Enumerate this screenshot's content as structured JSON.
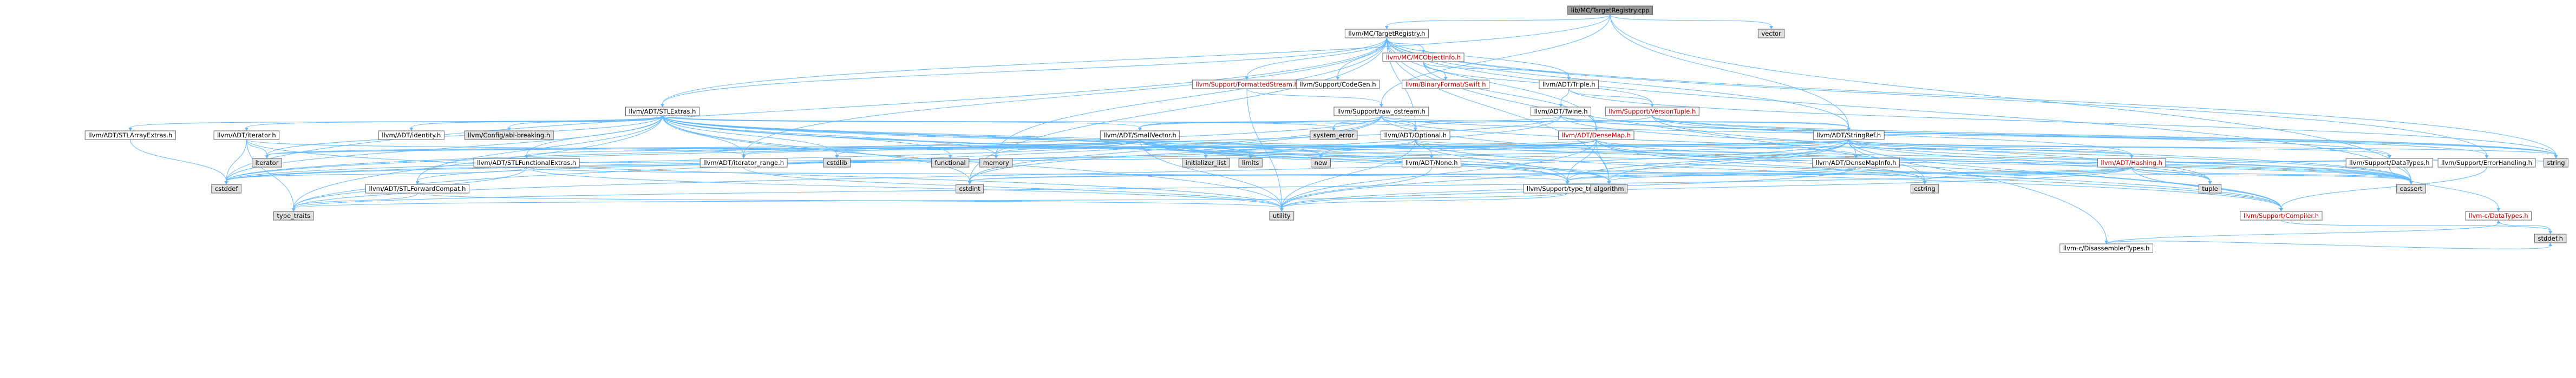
{
  "graph": {
    "title": "include dependency graph",
    "colors": {
      "edge": "#63b8ff",
      "node_fill": "#ffffff",
      "node_stroke": "#666666",
      "root_fill": "#999999",
      "system_fill": "#e0e0e0",
      "truncated_text": "#c00000"
    },
    "nodes": [
      {
        "id": "n0",
        "label": "lib/MC/TargetRegistry.cpp",
        "style": "root"
      },
      {
        "id": "n1",
        "label": "vector",
        "style": "system"
      },
      {
        "id": "n2",
        "label": "llvm/MC/TargetRegistry.h",
        "style": "normal"
      },
      {
        "id": "n3",
        "label": "llvm/MC/MCObjectInfo.h",
        "style": "red"
      },
      {
        "id": "n4",
        "label": "llvm/Support/FormattedStream.h",
        "style": "red"
      },
      {
        "id": "n5",
        "label": "llvm/Support/CodeGen.h",
        "style": "normal"
      },
      {
        "id": "n6",
        "label": "llvm/BinaryFormat/Swift.h",
        "style": "red"
      },
      {
        "id": "n7",
        "label": "llvm/ADT/Triple.h",
        "style": "normal"
      },
      {
        "id": "n8",
        "label": "llvm/ADT/STLExtras.h",
        "style": "normal"
      },
      {
        "id": "n9",
        "label": "llvm/Support/raw_ostream.h",
        "style": "normal"
      },
      {
        "id": "n10",
        "label": "llvm/ADT/Twine.h",
        "style": "normal"
      },
      {
        "id": "n11",
        "label": "llvm/Support/VersionTuple.h",
        "style": "red"
      },
      {
        "id": "n12",
        "label": "llvm/ADT/STLArrayExtras.h",
        "style": "normal"
      },
      {
        "id": "n13",
        "label": "llvm/ADT/iterator.h",
        "style": "normal"
      },
      {
        "id": "n14",
        "label": "llvm/ADT/identity.h",
        "style": "normal"
      },
      {
        "id": "n15",
        "label": "llvm/Config/abi-breaking.h",
        "style": "system"
      },
      {
        "id": "n16",
        "label": "system_error",
        "style": "system"
      },
      {
        "id": "n17",
        "label": "llvm/ADT/SmallVector.h",
        "style": "normal"
      },
      {
        "id": "n18",
        "label": "llvm/ADT/Optional.h",
        "style": "normal"
      },
      {
        "id": "n19",
        "label": "llvm/ADT/DenseMap.h",
        "style": "red"
      },
      {
        "id": "n20",
        "label": "llvm/ADT/StringRef.h",
        "style": "normal"
      },
      {
        "id": "n21",
        "label": "llvm-c/DisassemblerTypes.h",
        "style": "normal"
      },
      {
        "id": "n22",
        "label": "iterator",
        "style": "system"
      },
      {
        "id": "n23",
        "label": "cstdlib",
        "style": "system"
      },
      {
        "id": "n24",
        "label": "functional",
        "style": "system"
      },
      {
        "id": "n25",
        "label": "memory",
        "style": "system"
      },
      {
        "id": "n26",
        "label": "initializer_list",
        "style": "system"
      },
      {
        "id": "n27",
        "label": "limits",
        "style": "system"
      },
      {
        "id": "n28",
        "label": "new",
        "style": "system"
      },
      {
        "id": "n29",
        "label": "llvm/ADT/STLFunctionalExtras.h",
        "style": "normal"
      },
      {
        "id": "n30",
        "label": "llvm/ADT/iterator_range.h",
        "style": "normal"
      },
      {
        "id": "n31",
        "label": "llvm/ADT/None.h",
        "style": "normal"
      },
      {
        "id": "n32",
        "label": "llvm/ADT/DenseMapInfo.h",
        "style": "normal"
      },
      {
        "id": "n33",
        "label": "llvm/ADT/Hashing.h",
        "style": "red"
      },
      {
        "id": "n34",
        "label": "llvm/Support/DataTypes.h",
        "style": "normal"
      },
      {
        "id": "n35",
        "label": "llvm/Support/ErrorHandling.h",
        "style": "normal"
      },
      {
        "id": "n36",
        "label": "string",
        "style": "system"
      },
      {
        "id": "n37",
        "label": "cstddef",
        "style": "system"
      },
      {
        "id": "n38",
        "label": "llvm/ADT/STLForwardCompat.h",
        "style": "normal"
      },
      {
        "id": "n39",
        "label": "cstdint",
        "style": "system"
      },
      {
        "id": "n40",
        "label": "llvm/Support/type_traits.h",
        "style": "normal"
      },
      {
        "id": "n41",
        "label": "algorithm",
        "style": "system"
      },
      {
        "id": "n42",
        "label": "cstring",
        "style": "system"
      },
      {
        "id": "n43",
        "label": "tuple",
        "style": "system"
      },
      {
        "id": "n44",
        "label": "cassert",
        "style": "system"
      },
      {
        "id": "n45",
        "label": "llvm-c/DataTypes.h",
        "style": "red"
      },
      {
        "id": "n46",
        "label": "type_traits",
        "style": "system"
      },
      {
        "id": "n47",
        "label": "utility",
        "style": "system"
      },
      {
        "id": "n48",
        "label": "llvm/Support/Compiler.h",
        "style": "red"
      },
      {
        "id": "n49",
        "label": "stddef.h",
        "style": "system"
      }
    ],
    "edges": [
      [
        "n0",
        "n1"
      ],
      [
        "n0",
        "n2"
      ],
      [
        "n0",
        "n8"
      ],
      [
        "n0",
        "n9"
      ],
      [
        "n0",
        "n20"
      ],
      [
        "n0",
        "n44"
      ],
      [
        "n2",
        "n3"
      ],
      [
        "n2",
        "n4"
      ],
      [
        "n2",
        "n5"
      ],
      [
        "n2",
        "n7"
      ],
      [
        "n2",
        "n8"
      ],
      [
        "n2",
        "n18"
      ],
      [
        "n2",
        "n19"
      ],
      [
        "n2",
        "n20"
      ],
      [
        "n2",
        "n21"
      ],
      [
        "n2",
        "n30"
      ],
      [
        "n2",
        "n35"
      ],
      [
        "n2",
        "n41"
      ],
      [
        "n2",
        "n44"
      ],
      [
        "n2",
        "n25"
      ],
      [
        "n2",
        "n36"
      ],
      [
        "n2",
        "n37"
      ],
      [
        "n2",
        "n39"
      ],
      [
        "n3",
        "n6"
      ],
      [
        "n3",
        "n7"
      ],
      [
        "n3",
        "n11"
      ],
      [
        "n3",
        "n19"
      ],
      [
        "n4",
        "n9"
      ],
      [
        "n4",
        "n47"
      ],
      [
        "n7",
        "n10"
      ],
      [
        "n7",
        "n11"
      ],
      [
        "n7",
        "n36"
      ],
      [
        "n8",
        "n12"
      ],
      [
        "n8",
        "n13"
      ],
      [
        "n8",
        "n14"
      ],
      [
        "n8",
        "n15"
      ],
      [
        "n8",
        "n16"
      ],
      [
        "n8",
        "n17"
      ],
      [
        "n8",
        "n18"
      ],
      [
        "n8",
        "n22"
      ],
      [
        "n8",
        "n23"
      ],
      [
        "n8",
        "n24"
      ],
      [
        "n8",
        "n25"
      ],
      [
        "n8",
        "n26"
      ],
      [
        "n8",
        "n27"
      ],
      [
        "n8",
        "n28"
      ],
      [
        "n8",
        "n29"
      ],
      [
        "n8",
        "n30"
      ],
      [
        "n8",
        "n38"
      ],
      [
        "n8",
        "n40"
      ],
      [
        "n8",
        "n41"
      ],
      [
        "n8",
        "n43"
      ],
      [
        "n8",
        "n44"
      ],
      [
        "n8",
        "n46"
      ],
      [
        "n8",
        "n47"
      ],
      [
        "n8",
        "n37"
      ],
      [
        "n8",
        "n39"
      ],
      [
        "n9",
        "n16"
      ],
      [
        "n9",
        "n17"
      ],
      [
        "n9",
        "n20"
      ],
      [
        "n9",
        "n18"
      ],
      [
        "n9",
        "n44"
      ],
      [
        "n9",
        "n37"
      ],
      [
        "n9",
        "n39"
      ],
      [
        "n9",
        "n36"
      ],
      [
        "n9",
        "n46"
      ],
      [
        "n9",
        "n48"
      ],
      [
        "n10",
        "n17"
      ],
      [
        "n10",
        "n20"
      ],
      [
        "n10",
        "n35"
      ],
      [
        "n10",
        "n44"
      ],
      [
        "n10",
        "n36"
      ],
      [
        "n10",
        "n37"
      ],
      [
        "n10",
        "n39"
      ],
      [
        "n11",
        "n33"
      ],
      [
        "n11",
        "n43"
      ],
      [
        "n11",
        "n36"
      ],
      [
        "n11",
        "n18"
      ],
      [
        "n11",
        "n34"
      ],
      [
        "n12",
        "n37"
      ],
      [
        "n13",
        "n30"
      ],
      [
        "n13",
        "n22"
      ],
      [
        "n13",
        "n37"
      ],
      [
        "n13",
        "n46"
      ],
      [
        "n13",
        "n47"
      ],
      [
        "n17",
        "n30"
      ],
      [
        "n17",
        "n40"
      ],
      [
        "n17",
        "n41"
      ],
      [
        "n17",
        "n44"
      ],
      [
        "n17",
        "n37"
      ],
      [
        "n17",
        "n23"
      ],
      [
        "n17",
        "n42"
      ],
      [
        "n17",
        "n26"
      ],
      [
        "n17",
        "n22"
      ],
      [
        "n17",
        "n27"
      ],
      [
        "n17",
        "n25"
      ],
      [
        "n17",
        "n28"
      ],
      [
        "n17",
        "n47"
      ],
      [
        "n17",
        "n48"
      ],
      [
        "n18",
        "n31"
      ],
      [
        "n18",
        "n40"
      ],
      [
        "n18",
        "n33"
      ],
      [
        "n18",
        "n44"
      ],
      [
        "n18",
        "n28"
      ],
      [
        "n18",
        "n47"
      ],
      [
        "n18",
        "n48"
      ],
      [
        "n18",
        "n38"
      ],
      [
        "n19",
        "n32"
      ],
      [
        "n19",
        "n40"
      ],
      [
        "n19",
        "n41"
      ],
      [
        "n19",
        "n44"
      ],
      [
        "n19",
        "n37"
      ],
      [
        "n19",
        "n42"
      ],
      [
        "n19",
        "n22"
      ],
      [
        "n19",
        "n26"
      ],
      [
        "n19",
        "n28"
      ],
      [
        "n19",
        "n47"
      ],
      [
        "n19",
        "n48"
      ],
      [
        "n20",
        "n29"
      ],
      [
        "n20",
        "n30"
      ],
      [
        "n20",
        "n32"
      ],
      [
        "n20",
        "n33"
      ],
      [
        "n20",
        "n34"
      ],
      [
        "n20",
        "n41"
      ],
      [
        "n20",
        "n42"
      ],
      [
        "n20",
        "n36"
      ],
      [
        "n20",
        "n37"
      ],
      [
        "n20",
        "n22"
      ],
      [
        "n20",
        "n27"
      ],
      [
        "n20",
        "n46"
      ],
      [
        "n20",
        "n47"
      ],
      [
        "n20",
        "n48"
      ],
      [
        "n20",
        "n44"
      ],
      [
        "n20",
        "n40"
      ],
      [
        "n20",
        "n43"
      ],
      [
        "n21",
        "n45"
      ],
      [
        "n21",
        "n49"
      ],
      [
        "n29",
        "n37"
      ],
      [
        "n29",
        "n46"
      ],
      [
        "n29",
        "n47"
      ],
      [
        "n29",
        "n25"
      ],
      [
        "n29",
        "n40"
      ],
      [
        "n30",
        "n47"
      ],
      [
        "n31",
        "n47"
      ],
      [
        "n32",
        "n39"
      ],
      [
        "n32",
        "n44"
      ],
      [
        "n32",
        "n40"
      ],
      [
        "n32",
        "n47"
      ],
      [
        "n33",
        "n35"
      ],
      [
        "n33",
        "n40"
      ],
      [
        "n33",
        "n39"
      ],
      [
        "n33",
        "n41"
      ],
      [
        "n33",
        "n44"
      ],
      [
        "n33",
        "n42"
      ],
      [
        "n33",
        "n36"
      ],
      [
        "n33",
        "n43"
      ],
      [
        "n33",
        "n47"
      ],
      [
        "n33",
        "n48"
      ],
      [
        "n33",
        "n46"
      ],
      [
        "n34",
        "n45"
      ],
      [
        "n35",
        "n48"
      ],
      [
        "n38",
        "n46"
      ],
      [
        "n38",
        "n47"
      ],
      [
        "n40",
        "n46"
      ],
      [
        "n40",
        "n47"
      ],
      [
        "n45",
        "n49"
      ],
      [
        "n48",
        "n49"
      ]
    ]
  }
}
